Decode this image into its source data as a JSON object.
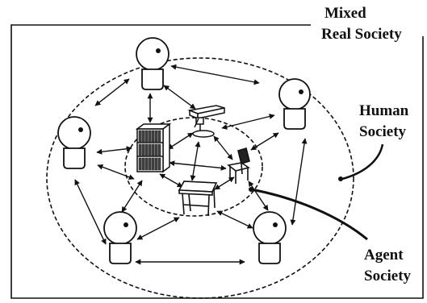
{
  "labels": {
    "mixed_line1": "Mixed",
    "mixed_line2": "Real Society",
    "human_line1": "Human",
    "human_line2": "Society",
    "agent_line1": "Agent",
    "agent_line2": "Society"
  },
  "colors": {
    "ink": "#111111",
    "background": "#ffffff"
  },
  "icons": {
    "human_figure": "person-icon",
    "bookshelf": "bookshelf-icon",
    "robot_arm": "robot-arm-icon",
    "chair": "chair-icon",
    "table": "table-icon"
  }
}
